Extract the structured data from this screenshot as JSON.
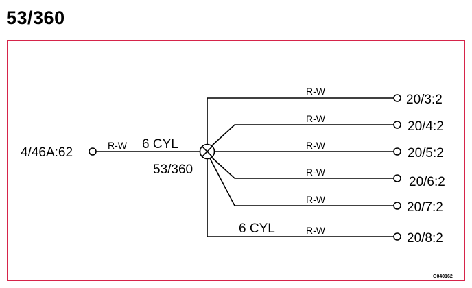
{
  "page_title": "53/360",
  "colors": {
    "frame": "#d6244a",
    "line": "#000000"
  },
  "diagram": {
    "splice": {
      "id": "53/360",
      "icon": "circle-cross-icon"
    },
    "source": {
      "label": "4/46A:62",
      "wire_color": "R-W",
      "wire_tag": "6 CYL"
    },
    "branches": [
      {
        "wire_color": "R-W",
        "terminal": "20/3:2",
        "tag": ""
      },
      {
        "wire_color": "R-W",
        "terminal": "20/4:2",
        "tag": ""
      },
      {
        "wire_color": "R-W",
        "terminal": "20/5:2",
        "tag": ""
      },
      {
        "wire_color": "R-W",
        "terminal": "20/6:2",
        "tag": ""
      },
      {
        "wire_color": "R-W",
        "terminal": "20/7:2",
        "tag": ""
      },
      {
        "wire_color": "R-W",
        "terminal": "20/8:2",
        "tag": "6 CYL"
      }
    ],
    "figure_code": "G040162"
  }
}
